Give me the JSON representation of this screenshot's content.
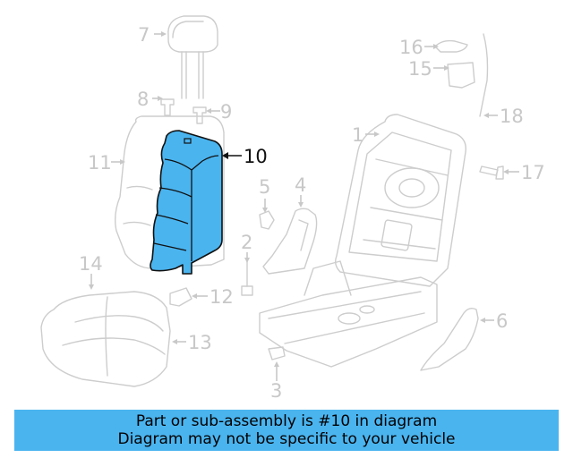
{
  "diagram": {
    "highlight_color": "#4ab4ef",
    "part_line_color": "#cdcdcd",
    "callouts": {
      "c1": "1",
      "c2": "2",
      "c3": "3",
      "c4": "4",
      "c5": "5",
      "c6": "6",
      "c7": "7",
      "c8": "8",
      "c9": "9",
      "c10": "10",
      "c11": "11",
      "c12": "12",
      "c13": "13",
      "c14": "14",
      "c15": "15",
      "c16": "16",
      "c17": "17",
      "c18": "18"
    }
  },
  "banner": {
    "line1": "Part or sub-assembly is #10 in diagram",
    "line2": "Diagram may not be specific to your vehicle",
    "background": "#4ab4ef"
  }
}
